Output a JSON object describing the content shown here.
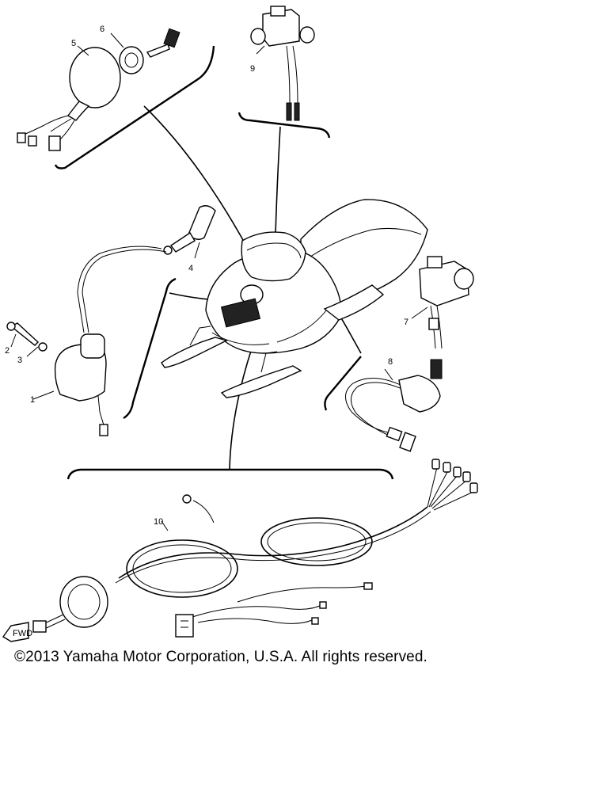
{
  "callouts": {
    "c1": "1",
    "c2": "2",
    "c3": "3",
    "c4": "4",
    "c5": "5",
    "c6": "6",
    "c7": "7",
    "c8": "8",
    "c9": "9",
    "c10": "10"
  },
  "fwd_marker": "FWD",
  "copyright": "©2013 Yamaha Motor Corporation, U.S.A. All rights reserved."
}
